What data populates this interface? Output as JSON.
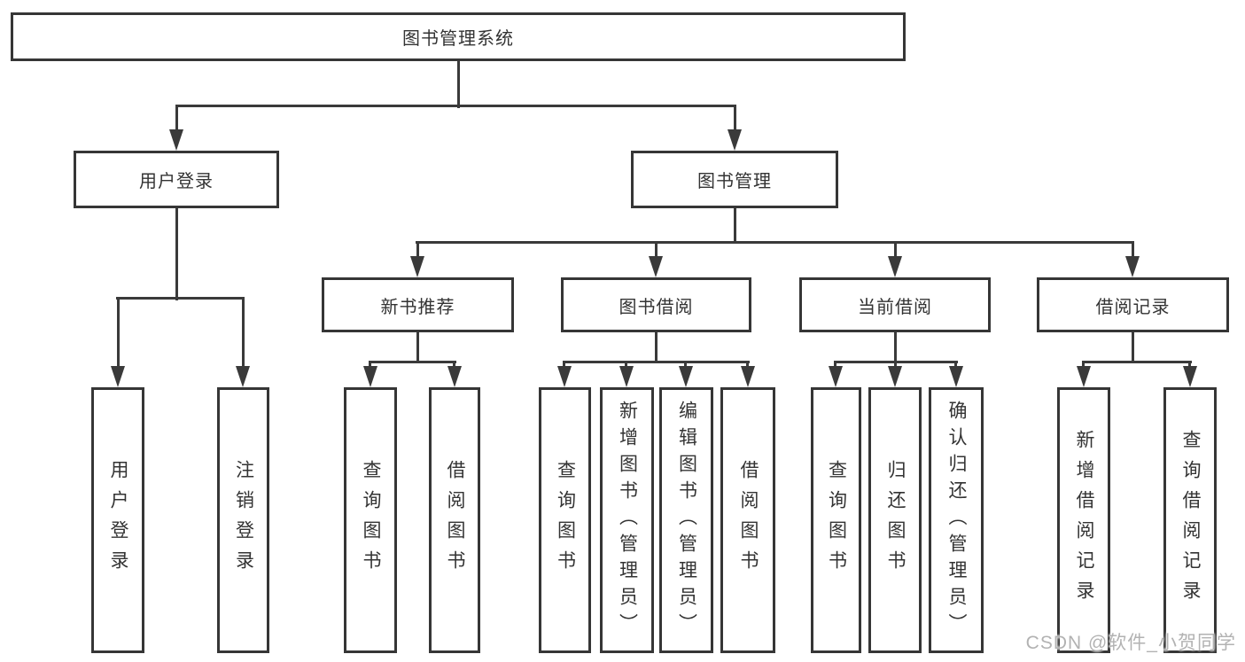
{
  "tree": {
    "root": "图书管理系统",
    "branches": [
      {
        "label": "用户登录",
        "children": [
          "用户登录",
          "注销登录"
        ]
      },
      {
        "label": "图书管理",
        "sections": [
          {
            "label": "新书推荐",
            "children": [
              "查询图书",
              "借阅图书"
            ]
          },
          {
            "label": "图书借阅",
            "children": [
              "查询图书",
              "新增图书（管理员）",
              "编辑图书（管理员）",
              "借阅图书"
            ]
          },
          {
            "label": "当前借阅",
            "children": [
              "查询图书",
              "归还图书",
              "确认归还（管理员）"
            ]
          },
          {
            "label": "借阅记录",
            "children": [
              "新增借阅记录",
              "查询借阅记录"
            ]
          }
        ]
      }
    ]
  },
  "watermark": {
    "text": "CSDN @软件_小贺同学"
  },
  "colors": {
    "line": "#3a3a3a",
    "text": "#333333",
    "background": "#ffffff",
    "watermark": "#b2b2b2"
  }
}
